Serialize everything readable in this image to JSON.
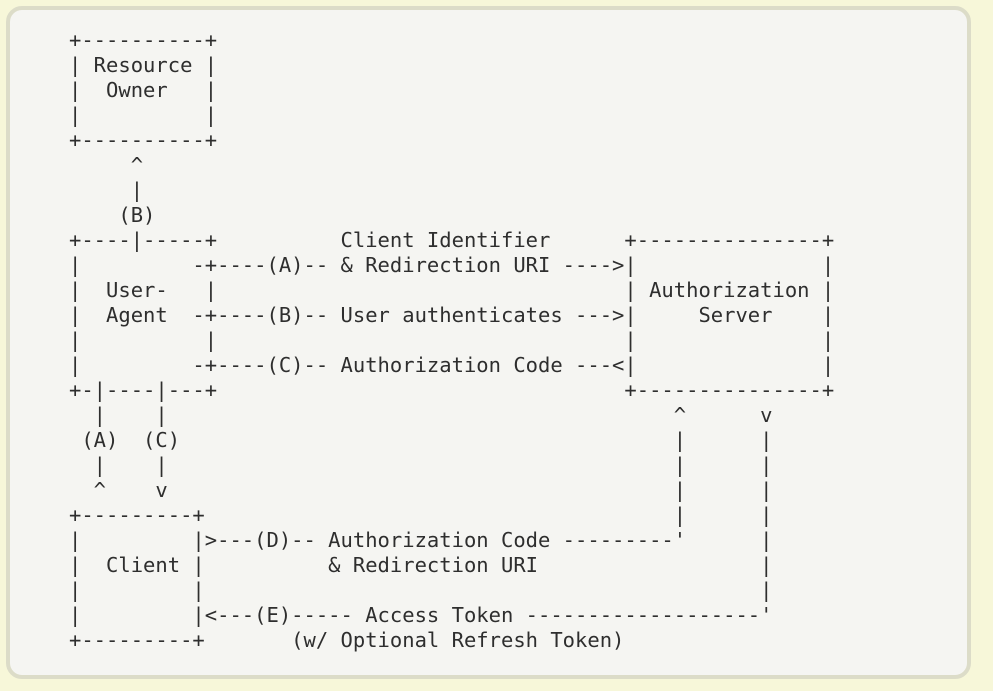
{
  "diagram": {
    "lines": [
      "+----------+",
      "| Resource |",
      "|  Owner   |",
      "|          |",
      "+----------+",
      "     ^",
      "     |",
      "    (B)",
      "+----|-----+          Client Identifier      +---------------+",
      "|         -+----(A)-- & Redirection URI ---->|               |",
      "|  User-   |                                 | Authorization |",
      "|  Agent  -+----(B)-- User authenticates --->|     Server    |",
      "|          |                                 |               |",
      "|         -+----(C)-- Authorization Code ---<|               |",
      "+-|----|---+                                 +---------------+",
      "  |    |                                         ^      v",
      " (A)  (C)                                        |      |",
      "  |    |                                         |      |",
      "  ^    v                                         |      |",
      "+---------+                                      |      |",
      "|         |>---(D)-- Authorization Code ---------'      |",
      "|  Client |          & Redirection URI                  |",
      "|         |                                             |",
      "|         |<---(E)----- Access Token -------------------'",
      "+---------+       (w/ Optional Refresh Token)"
    ]
  }
}
